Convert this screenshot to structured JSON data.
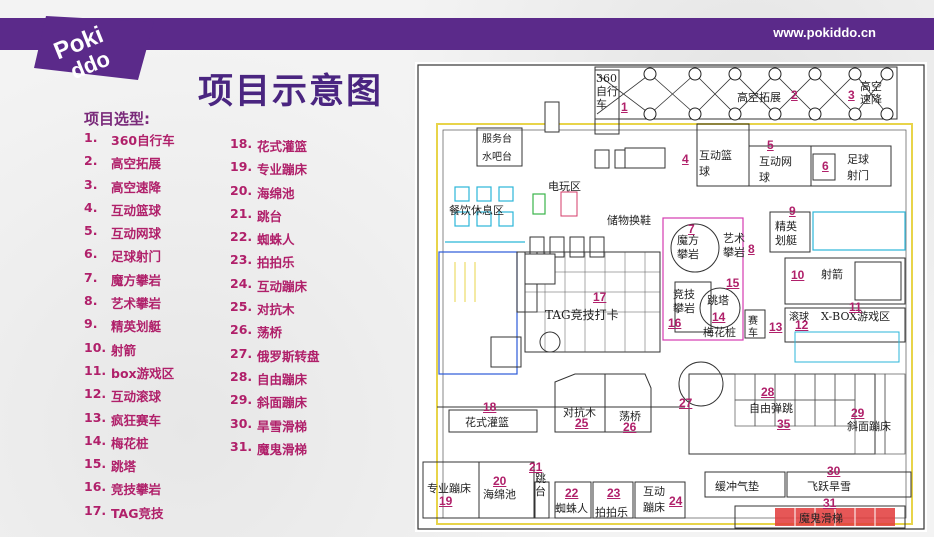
{
  "header": {
    "website": "www.pokiddo.cn",
    "logo_text": "Poki ddo",
    "title": "项目示意图"
  },
  "selection": {
    "heading": "项目选型:",
    "items": [
      {
        "no": "1.",
        "name": "360自行车"
      },
      {
        "no": "2.",
        "name": "高空拓展"
      },
      {
        "no": "3.",
        "name": "高空速降"
      },
      {
        "no": "4.",
        "name": "互动篮球"
      },
      {
        "no": "5.",
        "name": "互动网球"
      },
      {
        "no": "6.",
        "name": "足球射门"
      },
      {
        "no": "7.",
        "name": "魔方攀岩"
      },
      {
        "no": "8.",
        "name": "艺术攀岩"
      },
      {
        "no": "9.",
        "name": "精英划艇"
      },
      {
        "no": "10.",
        "name": "射箭"
      },
      {
        "no": "11.",
        "name": "box游戏区"
      },
      {
        "no": "12.",
        "name": "互动滚球"
      },
      {
        "no": "13.",
        "name": "疯狂赛车"
      },
      {
        "no": "14.",
        "name": "梅花桩"
      },
      {
        "no": "15.",
        "name": "跳塔"
      },
      {
        "no": "16.",
        "name": "竞技攀岩"
      },
      {
        "no": "17.",
        "name": "TAG竞技"
      },
      {
        "no": "18.",
        "name": "花式灌篮"
      },
      {
        "no": "19.",
        "name": "专业蹦床"
      },
      {
        "no": "20.",
        "name": "海绵池"
      },
      {
        "no": "21.",
        "name": "跳台"
      },
      {
        "no": "22.",
        "name": "蜘蛛人"
      },
      {
        "no": "23.",
        "name": "拍拍乐"
      },
      {
        "no": "24.",
        "name": "互动蹦床"
      },
      {
        "no": "25.",
        "name": "对抗木"
      },
      {
        "no": "26.",
        "name": "荡桥"
      },
      {
        "no": "27.",
        "name": "俄罗斯转盘"
      },
      {
        "no": "28.",
        "name": "自由蹦床"
      },
      {
        "no": "29.",
        "name": "斜面蹦床"
      },
      {
        "no": "30.",
        "name": "旱雪滑梯"
      },
      {
        "no": "31.",
        "name": "魔鬼滑梯"
      }
    ]
  },
  "plan": {
    "labels": {
      "bike": "360自行车",
      "high_ropes": "高空拓展",
      "zipline": "高空速降",
      "service": "服务台",
      "water_bar": "水吧台",
      "arcade": "电玩区",
      "lounge": "餐饮休息区",
      "storage": "储物换鞋",
      "basketball": "互动篮球",
      "tennis": "互动网球",
      "football": "足球射门",
      "cube_climb": "魔方攀岩",
      "art_climb": "艺术攀岩",
      "rowing": "精英划艇",
      "archery": "射箭",
      "xbox": "X-BOX游戏区",
      "ball": "滚球",
      "racing": "赛车",
      "tag": "TAG竞技打卡",
      "comp_climb": "竞技攀岩",
      "jump_tower": "跳塔",
      "plum": "梅花桩",
      "dunk": "花式灌篮",
      "joust": "对抗木",
      "swing_bridge": "荡桥",
      "free_tramp": "自由弹跳",
      "slope_tramp": "斜面蹦床",
      "pro_tramp": "专业蹦床",
      "foam_pit": "海绵池",
      "platform": "跳台",
      "spider": "蜘蛛人",
      "pat": "拍拍乐",
      "inter_tramp": "互动蹦床",
      "cushion": "缓冲气垫",
      "snow": "飞跃旱雪",
      "devil": "魔鬼滑梯"
    },
    "numbers": [
      "1",
      "2",
      "3",
      "4",
      "5",
      "6",
      "7",
      "8",
      "9",
      "10",
      "11",
      "12",
      "13",
      "14",
      "15",
      "16",
      "17",
      "18",
      "19",
      "20",
      "21",
      "22",
      "23",
      "24",
      "25",
      "26",
      "27",
      "28",
      "29",
      "30",
      "31",
      "35"
    ]
  },
  "colors": {
    "brand_purple": "#5b2a8a",
    "list_magenta": "#b0206a",
    "title_purple": "#4a2580",
    "wall_yellow": "#e8d44a",
    "zone_magenta": "#d43bb0",
    "accent_cyan": "#2bb6d8"
  }
}
